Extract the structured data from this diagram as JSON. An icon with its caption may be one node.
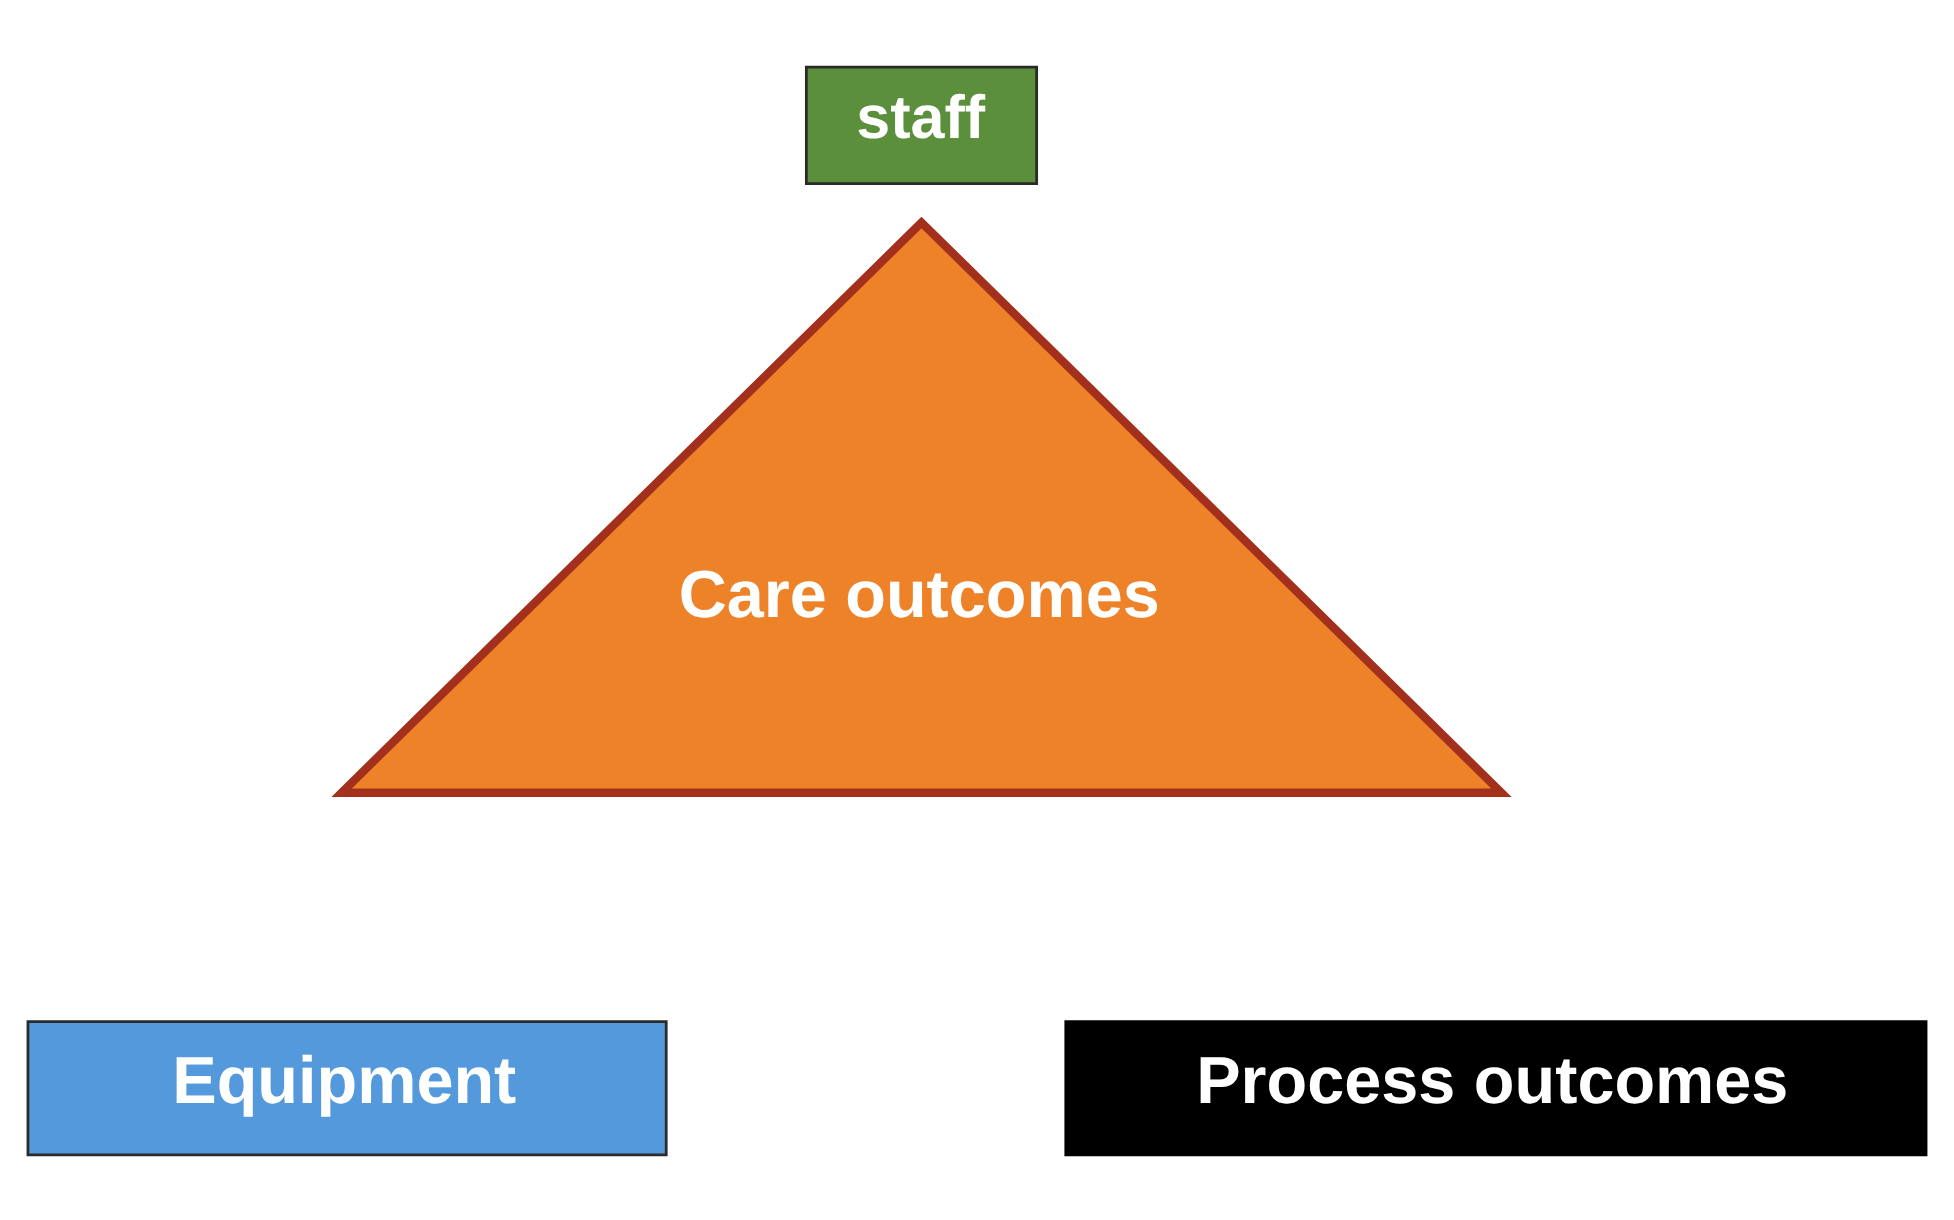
{
  "diagram": {
    "nodes": [
      {
        "text": [
          "staff"
        ]
      },
      {
        "text": [
          "Care outcomes"
        ]
      },
      {
        "text": [
          "Equipment"
        ]
      },
      {
        "text": [
          "Process outcomes"
        ]
      }
    ]
  }
}
